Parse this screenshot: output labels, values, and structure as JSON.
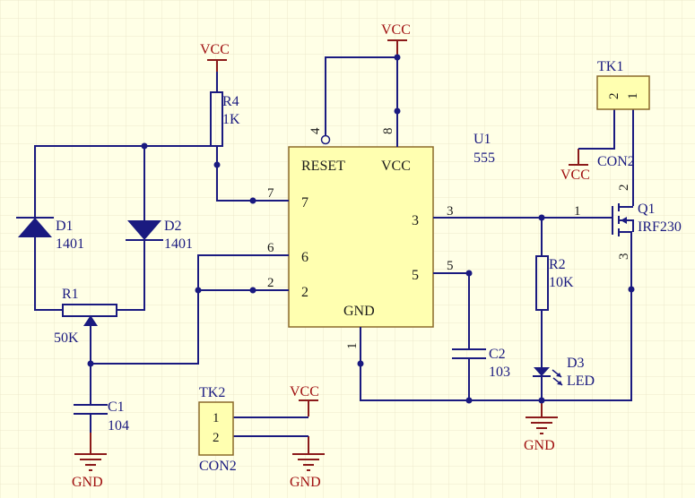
{
  "power": {
    "vcc": "VCC",
    "gnd": "GND"
  },
  "u1": {
    "ref": "U1",
    "value": "555",
    "reset": "RESET",
    "vcc": "VCC",
    "gnd": "GND",
    "p4": "4",
    "p8": "8",
    "p7": "7",
    "p6": "6",
    "p2": "2",
    "p3": "3",
    "p5": "5",
    "p1": "1",
    "n7": "7",
    "n6": "6",
    "n2": "2",
    "n3": "3",
    "n5": "5"
  },
  "r4": {
    "ref": "R4",
    "value": "1K"
  },
  "d1": {
    "ref": "D1",
    "value": "1401"
  },
  "d2": {
    "ref": "D2",
    "value": "1401"
  },
  "r1": {
    "ref": "R1",
    "value": "50K"
  },
  "c1": {
    "ref": "C1",
    "value": "104"
  },
  "tk2": {
    "ref": "TK2",
    "value": "CON2",
    "p1": "1",
    "p2": "2"
  },
  "tk1": {
    "ref": "TK1",
    "value": "CON2",
    "p1": "1",
    "p2": "2"
  },
  "c2": {
    "ref": "C2",
    "value": "103"
  },
  "r2": {
    "ref": "R2",
    "value": "10K"
  },
  "d3": {
    "ref": "D3",
    "value": "LED"
  },
  "q1": {
    "ref": "Q1",
    "value": "IRF230",
    "p1": "1",
    "p2": "2",
    "p3": "3"
  }
}
